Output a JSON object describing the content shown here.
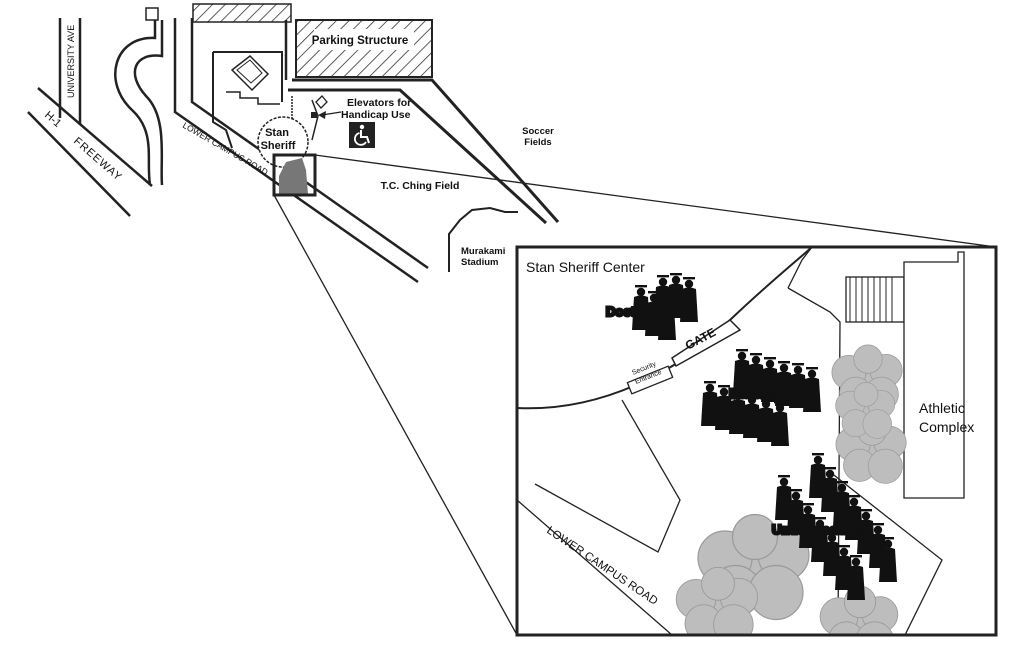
{
  "map": {
    "labels": {
      "parking_structure": "Parking Structure",
      "elevators": [
        "Elevators for",
        "Handicap Use"
      ],
      "soccer_fields": [
        "Soccer",
        "Fields"
      ],
      "stan_sheriff": [
        "Stan",
        "Sheriff"
      ],
      "lower_campus_road": "LOWER CAMPUS ROAD",
      "tc_ching_field": "T.C. Ching Field",
      "murakami_stadium": [
        "Murakami",
        "Stadium"
      ],
      "university_ave": "UNIVERSITY AVE",
      "h1": "H-1",
      "freeway": "FREEWAY"
    },
    "inset": {
      "stan_sheriff_center": "Stan Sheriff Center",
      "doctorates": "Doctorates",
      "gate": "GATE",
      "security_entrance": [
        "Security",
        "Entrance"
      ],
      "masters": "Masters",
      "undergraduates": "Undergraduates",
      "athletic_complex": [
        "Athletic",
        "Complex"
      ],
      "lower_campus_road": "LOWER CAMPUS ROAD"
    },
    "icons": {
      "wheelchair": "wheelchair-icon",
      "graduate": "graduate-figure-icon",
      "tree": "tree-icon"
    },
    "colors": {
      "line": "#222222",
      "highlight": "#7a7a7a",
      "tree": "#b9b9b9",
      "figures": "#111111"
    }
  }
}
